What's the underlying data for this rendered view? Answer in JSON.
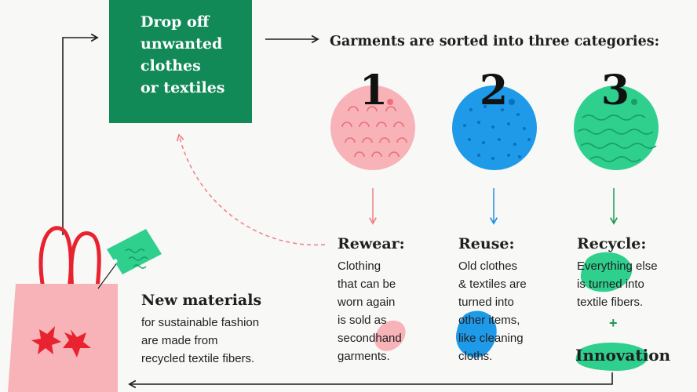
{
  "dropoff": {
    "lines": [
      "Drop off",
      "unwanted",
      "clothes",
      "or textiles"
    ]
  },
  "heading": "Garments are sorted into three categories:",
  "categories": [
    {
      "number": "1",
      "title": "Rewear:",
      "lines": [
        "Clothing",
        "that can be",
        "worn again",
        "is sold as",
        "secondhand",
        "garments."
      ],
      "color": "#f7b3b8"
    },
    {
      "number": "2",
      "title": "Reuse:",
      "lines": [
        "Old clothes",
        "& textiles are",
        "turned into",
        "other items,",
        "like cleaning",
        "cloths."
      ],
      "color": "#1e9ae8"
    },
    {
      "number": "3",
      "title": "Recycle:",
      "lines": [
        "Everything else",
        "is turned into",
        "textile fibers."
      ],
      "color": "#2fcf8e"
    }
  ],
  "plus": "+",
  "innovation": "Innovation",
  "new_materials": {
    "title": "New materials",
    "lines": [
      "for sustainable fashion",
      "are made from",
      "recycled textile fibers."
    ]
  },
  "colors": {
    "green": "#128a58",
    "pink": "#f7b3b8",
    "blue": "#1e9ae8",
    "mint": "#2fcf8e",
    "red": "#e8222e",
    "dark": "#1f1f1f",
    "dashed": "#ee7f86"
  }
}
